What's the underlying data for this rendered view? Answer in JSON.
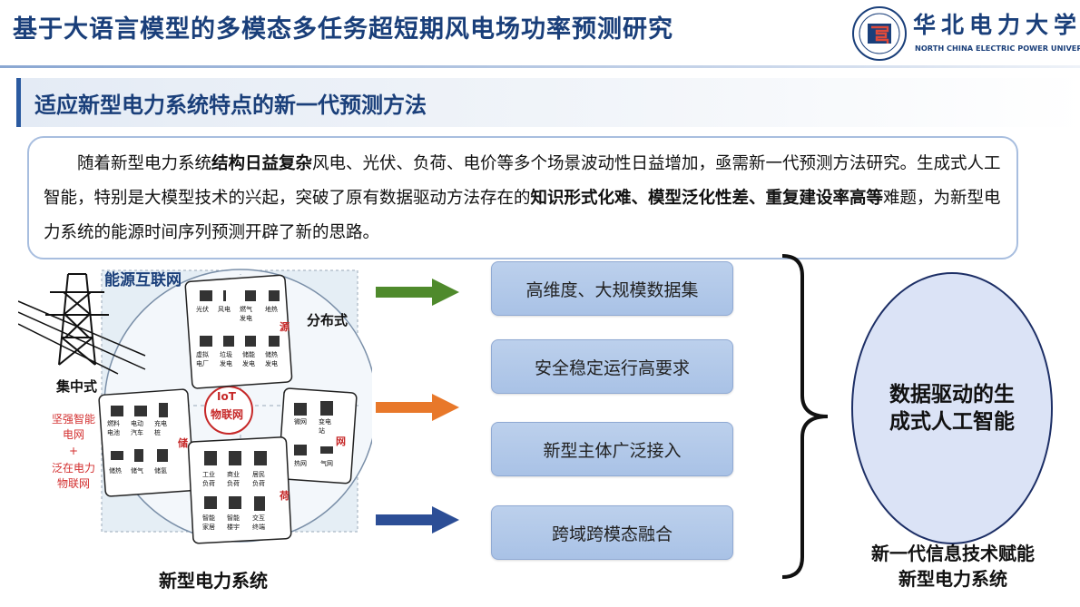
{
  "header": {
    "title": "基于大语言模型的多模态多任务超短期风电场功率预测研究",
    "university_cn": "华北电力大学",
    "university_en": "NORTH CHINA ELECTRIC POWER UNIVERSITY"
  },
  "section": {
    "title": "适应新型电力系统特点的新一代预测方法"
  },
  "intro": {
    "p1": "随着新型电力系统",
    "b1": "结构日益复杂",
    "p2": "风电、光伏、负荷、电价等多个场景波动性日益增加，亟需新一代预测方法研究。生成式人工智能，特别是大模型技术的兴起，突破了原有数据驱动方法存在的",
    "b2": "知识形式化难、模型泛化性差、重复建设率高等",
    "p3": "难题，为新型电力系统的能源时间序列预测开辟了新的思路。"
  },
  "diagram": {
    "energy_internet": "能源互联网",
    "distributed": "分布式",
    "centralized": "集中式",
    "smart_grid": "坚强智能电网",
    "plus": "+",
    "ubiquitous": "泛在电力物联网",
    "iot": "IoT",
    "iot_cn": "物联网",
    "source": "源",
    "storage": "储",
    "grid": "网",
    "load": "荷",
    "source_items": [
      "光伏",
      "风电",
      "燃气发电",
      "地热",
      "虚拟电厂",
      "垃圾发电",
      "储能发电",
      "储热发电"
    ],
    "storage_items": [
      "燃料电池",
      "电动汽车",
      "充电桩",
      "储热",
      "储气",
      "储氢"
    ],
    "grid_items": [
      "微网",
      "变电站",
      "热网",
      "气网"
    ],
    "load_items": [
      "工业负荷",
      "商业负荷",
      "居民负荷",
      "智能家居",
      "智能楼宇",
      "交互终端"
    ],
    "caption": "新型电力系统"
  },
  "features": [
    "高维度、大规模数据集",
    "安全稳定运行高要求",
    "新型主体广泛接入",
    "跨域跨模态融合"
  ],
  "arrow_colors": [
    "#4f8a2c",
    "#e8782a",
    "#2c4e96"
  ],
  "ellipse": {
    "text": "数据驱动的生成式人工智能"
  },
  "caption_right": {
    "line1": "新一代信息技术赋能",
    "line2": "新型电力系统"
  }
}
